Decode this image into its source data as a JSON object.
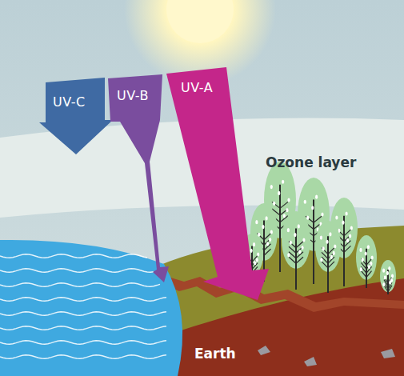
{
  "diagram": {
    "nodes": [
      {
        "text": [
          "UV-C"
        ]
      },
      {
        "text": [
          "UV-B"
        ]
      },
      {
        "text": [
          "UV-A"
        ]
      }
    ],
    "labels": [
      "Ozone layer",
      "Earth"
    ]
  }
}
